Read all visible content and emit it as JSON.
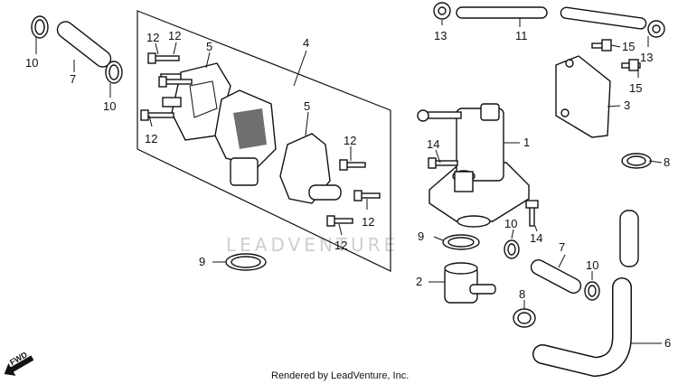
{
  "diagram": {
    "watermark": "LEADVENTURE",
    "credit": "Rendered by LeadVenture, Inc.",
    "direction_marker": "FWD",
    "part_labels": {
      "l10a": "10",
      "l7a": "7",
      "l10b": "10",
      "l12a": "12",
      "l12b": "12",
      "l12c": "12",
      "l5a": "5",
      "l4": "4",
      "l5b": "5",
      "l12d": "12",
      "l12e": "12",
      "l12f": "12",
      "l13a": "13",
      "l11": "11",
      "l15a": "15",
      "l13b": "13",
      "l15b": "15",
      "l3": "3",
      "l1": "1",
      "l14a": "14",
      "l14b": "14",
      "l8a": "8",
      "l9a": "9",
      "l9b": "9",
      "l10c": "10",
      "l7b": "7",
      "l10d": "10",
      "l2": "2",
      "l8b": "8",
      "l6": "6"
    }
  }
}
